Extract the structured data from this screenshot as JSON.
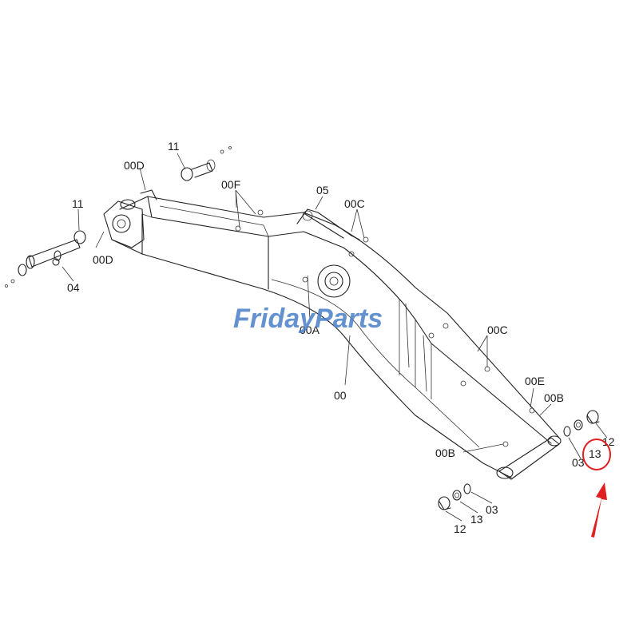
{
  "watermark": {
    "text_left": "Friday",
    "text_right": "Parts",
    "color_blue": "#4a7fc9",
    "color_orange": "#f0a030"
  },
  "highlight": {
    "color": "#e02020",
    "part": "13"
  },
  "labels": [
    {
      "key": "11a",
      "text": "11"
    },
    {
      "key": "00Da",
      "text": "00D"
    },
    {
      "key": "00F",
      "text": "00F"
    },
    {
      "key": "11b",
      "text": "11"
    },
    {
      "key": "00Db",
      "text": "00D"
    },
    {
      "key": "04",
      "text": "04"
    },
    {
      "key": "05",
      "text": "05"
    },
    {
      "key": "00Ca",
      "text": "00C"
    },
    {
      "key": "00A",
      "text": "00A"
    },
    {
      "key": "00",
      "text": "00"
    },
    {
      "key": "00Cb",
      "text": "00C"
    },
    {
      "key": "00E",
      "text": "00E"
    },
    {
      "key": "00Ba",
      "text": "00B"
    },
    {
      "key": "12a",
      "text": "12"
    },
    {
      "key": "03a",
      "text": "03"
    },
    {
      "key": "13a",
      "text": "13"
    },
    {
      "key": "00Bb",
      "text": "00B"
    },
    {
      "key": "03b",
      "text": "03"
    },
    {
      "key": "13b",
      "text": "13"
    },
    {
      "key": "12b",
      "text": "12"
    }
  ]
}
